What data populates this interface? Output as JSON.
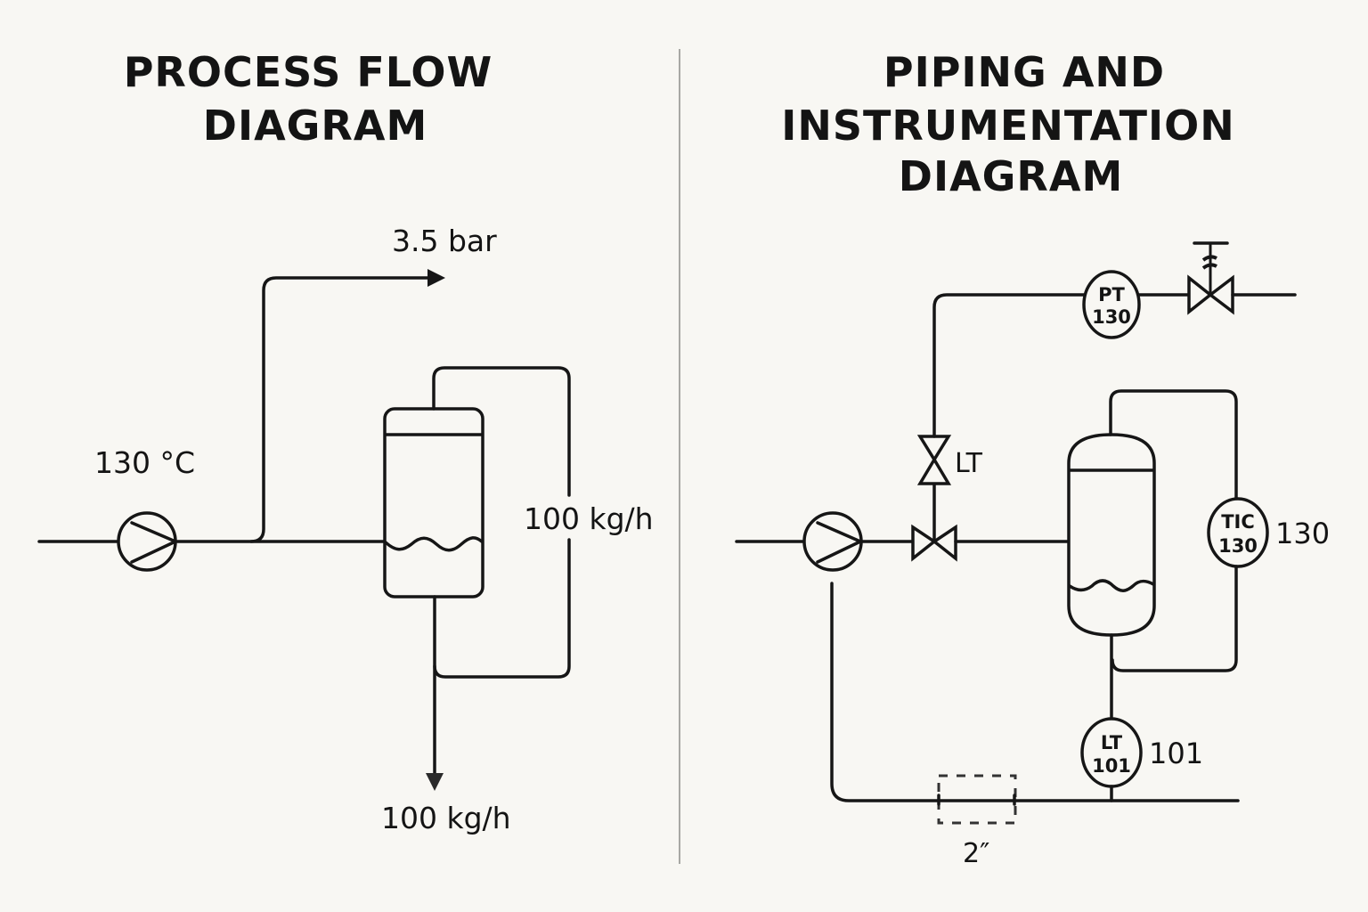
{
  "colors": {
    "background": "#f8f7f3",
    "ink": "#161616",
    "divider": "#a8a8a4"
  },
  "pfd": {
    "title_line1": "PROCESS FLOW",
    "title_line2": "DIAGRAM",
    "temperature_label": "130 °C",
    "pressure_label": "3.5 bar",
    "recycle_flow_label": "100 kg/h",
    "outlet_flow_label": "100 kg/h",
    "equipment": {
      "pump": "pump-icon",
      "vessel": "vessel-icon"
    }
  },
  "pid": {
    "title_line1": "PIPING AND",
    "title_line2": "INSTRUMENTATION",
    "title_line3": "DIAGRAM",
    "pt": {
      "tag": "PT",
      "number": "130"
    },
    "tic": {
      "tag": "TIC",
      "number": "130",
      "side_label": "130"
    },
    "lt": {
      "tag": "LT",
      "number": "101",
      "side_label": "101"
    },
    "valve_label": "LT",
    "pipe_size_label": "2″",
    "equipment": {
      "pump": "pump-icon",
      "vessel": "vessel-icon",
      "gate_valve": "gate-valve-icon",
      "manual_valve": "handwheel-valve-icon"
    }
  }
}
